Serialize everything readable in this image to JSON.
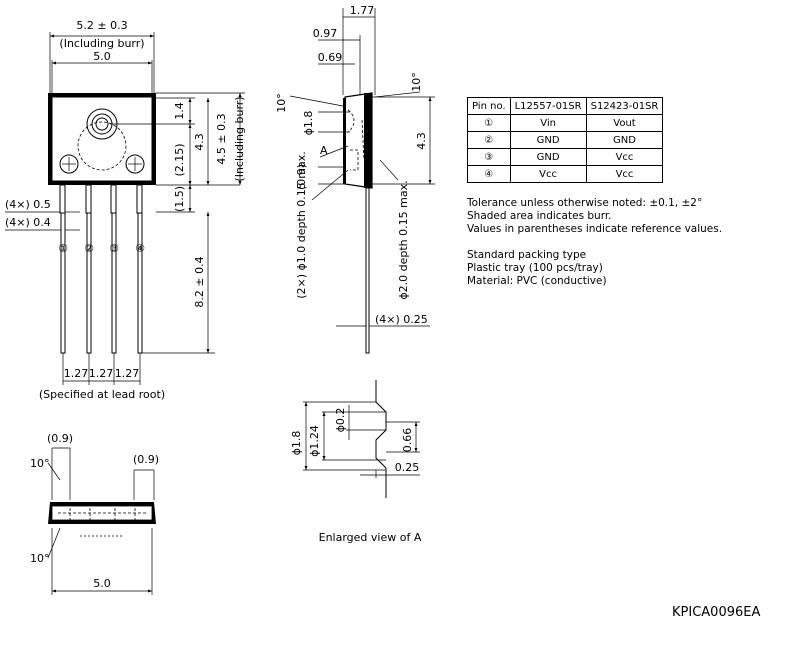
{
  "front_view": {
    "width_with_burr": "5.2 ± 0.3",
    "including_burr": "(Including burr)",
    "width": "5.0",
    "dim_1_4": "1.4",
    "dim_4_3": "4.3",
    "dim_2_15": "(2.15)",
    "height_with_burr": "4.5 ± 0.3",
    "height_including_burr": "(Including burr)",
    "dim_1_5": "(1.5)",
    "lead_width_05": "(4×) 0.5",
    "lead_width_04": "(4×) 0.4",
    "lead_length": "8.2 ± 0.4",
    "pitch": "1.27",
    "pin_labels": [
      "①",
      "②",
      "③",
      "④"
    ],
    "lead_root_note": "(Specified at lead root)"
  },
  "side_view": {
    "dim_1_77": "1.77",
    "dim_0_97": "0.97",
    "dim_0_69": "0.69",
    "angle": "10°",
    "phi_1_8": "ϕ1.8",
    "marker_a": "A",
    "dim_0_9": "(0.9)",
    "depth_left": "(2×) ϕ1.0 depth 0.15 max.",
    "depth_right": "ϕ2.0 depth 0.15 max.",
    "dim_4_3": "4.3",
    "lead_thickness": "(4×) 0.25"
  },
  "pin_table": {
    "headers": [
      "Pin no.",
      "L12557-01SR",
      "S12423-01SR"
    ],
    "rows": [
      [
        "①",
        "Vin",
        "Vout"
      ],
      [
        "②",
        "GND",
        "GND"
      ],
      [
        "③",
        "GND",
        "Vcc"
      ],
      [
        "④",
        "Vcc",
        "Vcc"
      ]
    ]
  },
  "notes": {
    "tolerance": "Tolerance unless otherwise noted: ±0.1, ±2°",
    "shaded": "Shaded area indicates burr.",
    "parentheses": "Values in parentheses indicate reference values.",
    "packing_title": "Standard packing type",
    "packing_tray": "Plastic tray (100 pcs/tray)",
    "material": "Material: PVC (conductive)"
  },
  "bottom_view": {
    "dim_0_9_left": "(0.9)",
    "dim_0_9_right": "(0.9)",
    "angle_top": "10°",
    "angle_bottom": "10°",
    "width": "5.0"
  },
  "enlarged_view": {
    "phi_1_8": "ϕ1.8",
    "phi_1_24": "ϕ1.24",
    "phi_0_2": "ϕ0.2",
    "dim_0_66": "0.66",
    "dim_0_25": "0.25",
    "caption": "Enlarged view of A"
  },
  "drawing_code": "KPICA0096EA"
}
